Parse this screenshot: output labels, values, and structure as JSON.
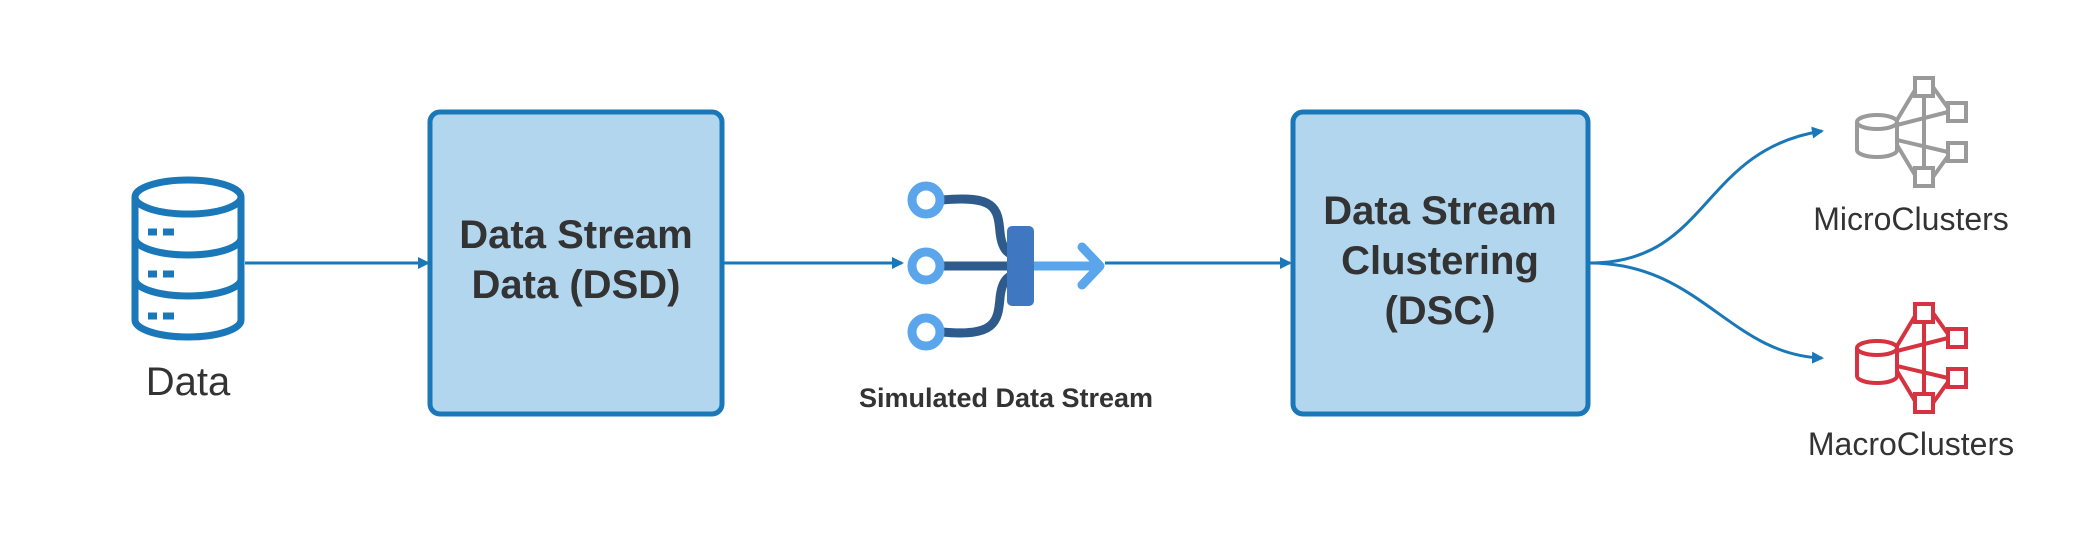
{
  "nodes": {
    "data": {
      "label": "Data"
    },
    "dsd": {
      "line1": "Data Stream",
      "line2": "Data (DSD)"
    },
    "stream": {
      "label": "Simulated Data Stream"
    },
    "dsc": {
      "line1": "Data Stream",
      "line2": "Clustering",
      "line3": "(DSC)"
    },
    "micro": {
      "label": "MicroClusters"
    },
    "macro": {
      "label": "MacroClusters"
    }
  },
  "colors": {
    "edge": "#1a78b8",
    "box_fill": "#b3d6ef",
    "box_stroke": "#1a78b8",
    "db_icon": "#1a78b8",
    "stream_icon_light": "#5aa5ec",
    "stream_icon_dark": "#2f5b8c",
    "micro_icon": "#9a9a9a",
    "macro_icon": "#d63240",
    "text": "#333333"
  },
  "icons": {
    "data": "database-icon",
    "stream": "merge-stream-icon",
    "micro": "cluster-network-icon",
    "macro": "cluster-network-icon"
  }
}
